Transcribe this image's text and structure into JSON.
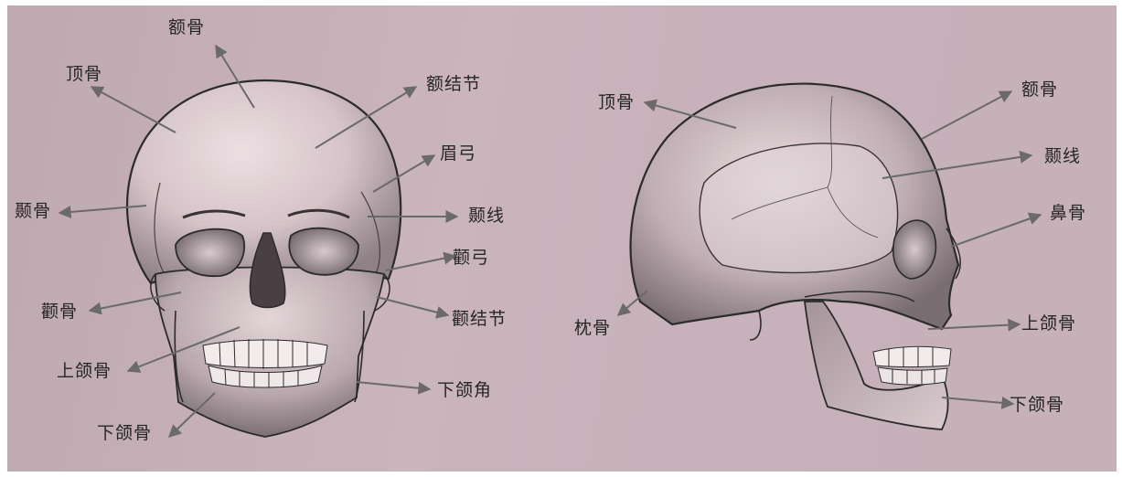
{
  "front_view": {
    "labels": {
      "frontal": "额骨",
      "parietal": "顶骨",
      "frontal_eminence": "额结节",
      "superciliary_arch": "眉弓",
      "temporal_bone": "颞骨",
      "temporal_line": "颞线",
      "zygomatic_arch": "颧弓",
      "zygomatic_bone": "颧骨",
      "zygomatic_eminence": "颧结节",
      "maxilla": "上颌骨",
      "mandible_angle": "下颌角",
      "mandible": "下颌骨"
    }
  },
  "side_view": {
    "labels": {
      "parietal": "顶骨",
      "frontal": "额骨",
      "temporal_line": "颞线",
      "nasal_bone": "鼻骨",
      "occipital": "枕骨",
      "maxilla": "上颌骨",
      "mandible": "下颌骨"
    }
  },
  "colors": {
    "background": "#c9b3bb",
    "arrow": "#6a6a6a",
    "outline": "#2b2b2b",
    "label": "#262626"
  }
}
